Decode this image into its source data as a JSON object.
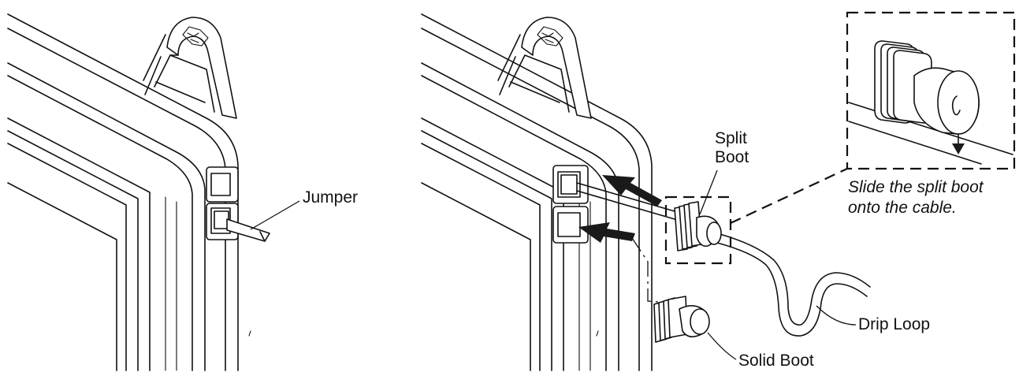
{
  "labels": {
    "jumper": "Jumper",
    "split_boot_line1": "Split",
    "split_boot_line2": "Boot",
    "drip_loop": "Drip Loop",
    "solid_boot": "Solid Boot"
  },
  "caption": {
    "line1": "Slide the split boot",
    "line2": "onto the cable."
  }
}
